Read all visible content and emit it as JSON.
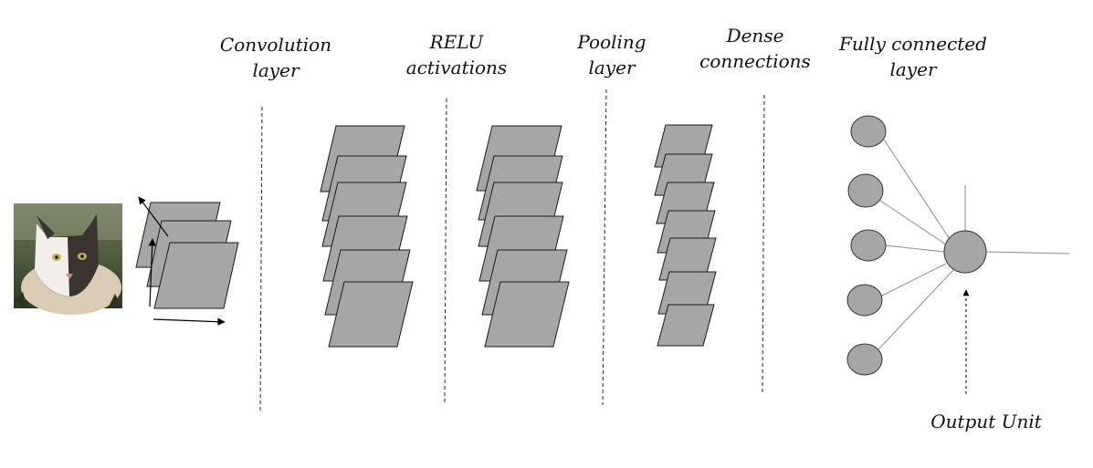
{
  "labels": {
    "convolution": [
      "Convolution",
      "layer"
    ],
    "relu": [
      "RELU",
      "activations"
    ],
    "pooling": [
      "Pooling",
      "layer"
    ],
    "dense": [
      "Dense",
      "connections"
    ],
    "fully_connected": [
      "Fully connected",
      "layer"
    ],
    "output_unit": "Output Unit"
  },
  "input_image": {
    "icon": "cat-photo"
  },
  "colors": {
    "map_fill": "#a6a6a6",
    "map_stroke": "#1a1a1a",
    "node_fill": "#a6a6a6",
    "node_stroke": "#333333",
    "edge": "#8c8c8c"
  },
  "feature_map_counts": {
    "input_stack": 3,
    "conv_stack": 6,
    "relu_stack": 6,
    "pool_stack": 7
  },
  "fully_connected_nodes": 5
}
